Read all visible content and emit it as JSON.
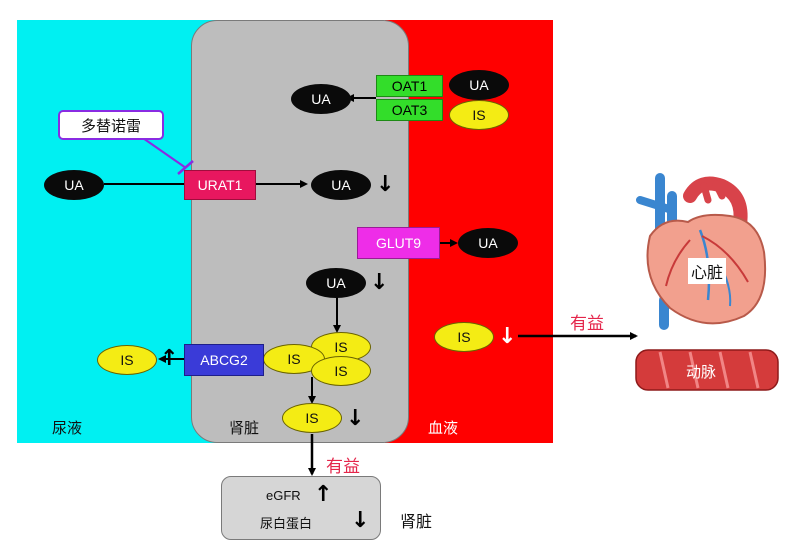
{
  "zones": {
    "urine": "尿液",
    "kidney_zone": "肾脏",
    "blood": "血液"
  },
  "drug": {
    "label": "多替诺雷"
  },
  "transporters": {
    "oat1": "OAT1",
    "oat3": "OAT3",
    "urat1": "URAT1",
    "glut9": "GLUT9",
    "abcg2": "ABCG2"
  },
  "molecules": {
    "ua": "UA",
    "is": "IS"
  },
  "benefit_labels": {
    "to_kidney": "有益",
    "to_heart": "有益"
  },
  "kidney_outcome": {
    "egfr": "eGFR",
    "proteinuria": "尿白蛋白",
    "organ_label": "肾脏"
  },
  "organs": {
    "heart": "心脏",
    "artery": "动脉"
  },
  "colors": {
    "urine_bg": "#00f0f2",
    "kidney_bg": "#bdbdbd",
    "blood_bg": "#ff0000",
    "oat_green": "#33dd2a",
    "urat1_pink": "#e8175f",
    "glut9_magenta": "#ee2de8",
    "abcg2_blue": "#3a3bd8",
    "drug_border": "#8a2be2",
    "benefit_red": "#e4264b"
  }
}
